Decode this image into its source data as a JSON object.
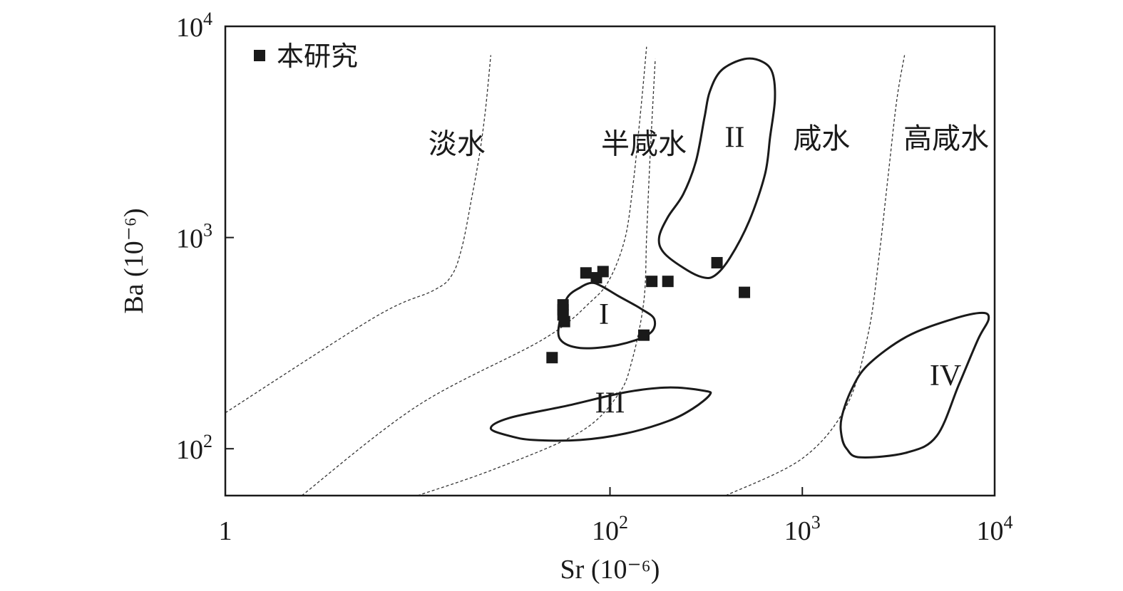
{
  "chart_data": {
    "type": "scatter",
    "xlabel": "Sr (10⁻⁶)",
    "ylabel": "Ba (10⁻⁶)",
    "x_scale": "log",
    "y_scale": "log",
    "xlim": [
      1,
      10000
    ],
    "ylim": [
      60,
      10000
    ],
    "x_ticks": [
      {
        "value": 1,
        "base": "1",
        "exp": ""
      },
      {
        "value": 100,
        "base": "10",
        "exp": "2"
      },
      {
        "value": 1000,
        "base": "10",
        "exp": "3"
      },
      {
        "value": 10000,
        "base": "10",
        "exp": "4"
      }
    ],
    "y_ticks": [
      {
        "value": 100,
        "base": "10",
        "exp": "2"
      },
      {
        "value": 1000,
        "base": "10",
        "exp": "3"
      },
      {
        "value": 10000,
        "base": "10",
        "exp": "4"
      }
    ],
    "legend": {
      "label": "本研究",
      "marker": "square",
      "placement": "top-left"
    },
    "series": [
      {
        "name": "本研究",
        "marker": "square",
        "color": "#1a1a1a",
        "points": [
          [
            50,
            270
          ],
          [
            57,
            480
          ],
          [
            57,
            455
          ],
          [
            57,
            430
          ],
          [
            58,
            400
          ],
          [
            75,
            680
          ],
          [
            85,
            645
          ],
          [
            92,
            690
          ],
          [
            150,
            345
          ],
          [
            165,
            620
          ],
          [
            200,
            620
          ],
          [
            360,
            760
          ],
          [
            500,
            550
          ]
        ]
      }
    ],
    "regions": [
      {
        "label": "淡水",
        "x": 16,
        "y": 2500,
        "cjk": true
      },
      {
        "label": "半咸水",
        "x": 150,
        "y": 2500,
        "cjk": true
      },
      {
        "label": "II",
        "x": 445,
        "y": 2680,
        "cjk": false
      },
      {
        "label": "咸水",
        "x": 1260,
        "y": 2650,
        "cjk": true
      },
      {
        "label": "高咸水",
        "x": 5600,
        "y": 2650,
        "cjk": true
      },
      {
        "label": "I",
        "x": 93,
        "y": 390,
        "cjk": false
      },
      {
        "label": "III",
        "x": 100,
        "y": 148,
        "cjk": false
      },
      {
        "label": "IV",
        "x": 5550,
        "y": 200,
        "cjk": false
      }
    ],
    "boundary_lines": [
      [
        [
          1,
          148
        ],
        [
          6,
          420
        ],
        [
          12,
          560
        ],
        [
          15,
          660
        ],
        [
          17,
          900
        ],
        [
          19,
          1500
        ],
        [
          21,
          2500
        ],
        [
          22.5,
          4000
        ],
        [
          24,
          7300
        ]
      ],
      [
        [
          2.5,
          60
        ],
        [
          10,
          160
        ],
        [
          45,
          330
        ],
        [
          80,
          500
        ],
        [
          100,
          640
        ],
        [
          120,
          1000
        ],
        [
          132,
          1800
        ],
        [
          140,
          3000
        ],
        [
          148,
          5000
        ],
        [
          155,
          8000
        ]
      ],
      [
        [
          10,
          60
        ],
        [
          25,
          80
        ],
        [
          70,
          120
        ],
        [
          110,
          180
        ],
        [
          130,
          260
        ],
        [
          150,
          500
        ],
        [
          155,
          1000
        ],
        [
          160,
          2000
        ],
        [
          165,
          3500
        ],
        [
          172,
          7000
        ]
      ],
      [
        [
          400,
          60
        ],
        [
          1000,
          90
        ],
        [
          1700,
          160
        ],
        [
          2200,
          350
        ],
        [
          2500,
          800
        ],
        [
          2800,
          2000
        ],
        [
          3100,
          4500
        ],
        [
          3400,
          7300
        ]
      ]
    ],
    "envelopes": [
      {
        "label": "I",
        "points": [
          [
            55,
            410
          ],
          [
            60,
            520
          ],
          [
            70,
            580
          ],
          [
            80,
            610
          ],
          [
            90,
            590
          ],
          [
            110,
            530
          ],
          [
            145,
            460
          ],
          [
            170,
            410
          ],
          [
            160,
            350
          ],
          [
            110,
            310
          ],
          [
            70,
            300
          ],
          [
            55,
            330
          ]
        ]
      },
      {
        "label": "II",
        "points": [
          [
            300,
            650
          ],
          [
            240,
            720
          ],
          [
            190,
            850
          ],
          [
            180,
            1000
          ],
          [
            200,
            1250
          ],
          [
            240,
            1600
          ],
          [
            280,
            2300
          ],
          [
            310,
            3700
          ],
          [
            330,
            4900
          ],
          [
            380,
            6200
          ],
          [
            500,
            7000
          ],
          [
            620,
            6800
          ],
          [
            700,
            6000
          ],
          [
            720,
            4500
          ],
          [
            680,
            3000
          ],
          [
            640,
            2000
          ],
          [
            530,
            1200
          ],
          [
            420,
            800
          ],
          [
            350,
            660
          ]
        ]
      },
      {
        "label": "III",
        "points": [
          [
            24,
            125
          ],
          [
            30,
            115
          ],
          [
            40,
            110
          ],
          [
            70,
            110
          ],
          [
            120,
            118
          ],
          [
            200,
            135
          ],
          [
            270,
            155
          ],
          [
            330,
            180
          ],
          [
            310,
            188
          ],
          [
            200,
            195
          ],
          [
            120,
            185
          ],
          [
            60,
            160
          ],
          [
            30,
            140
          ]
        ]
      },
      {
        "label": "IV",
        "points": [
          [
            1600,
            115
          ],
          [
            1700,
            100
          ],
          [
            2000,
            91
          ],
          [
            3500,
            96
          ],
          [
            5000,
            115
          ],
          [
            6500,
            200
          ],
          [
            8200,
            330
          ],
          [
            9300,
            410
          ],
          [
            8600,
            440
          ],
          [
            6000,
            410
          ],
          [
            3500,
            340
          ],
          [
            2200,
            250
          ],
          [
            1800,
            190
          ],
          [
            1600,
            140
          ]
        ]
      }
    ]
  }
}
